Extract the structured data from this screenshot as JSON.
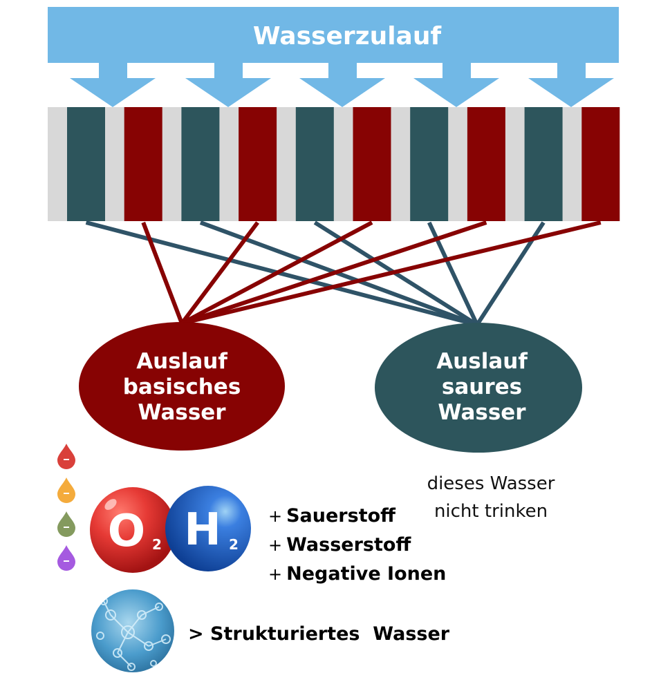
{
  "header": {
    "title": "Wasserzulauf",
    "color": "#71b8e6"
  },
  "inflow_arrows": {
    "count": 5,
    "color": "#71b8e6"
  },
  "electrodes": {
    "sequence": [
      "teal",
      "red",
      "teal",
      "red",
      "teal",
      "red",
      "teal",
      "red",
      "teal",
      "red"
    ],
    "colors": {
      "teal": "#2d555c",
      "red": "#870303",
      "spacer": "#d8d8d8"
    }
  },
  "connections": {
    "red_color": "#870303",
    "teal_color": "#2f5367",
    "red_target": "basic_outlet",
    "teal_target": "acidic_outlet"
  },
  "outlets": {
    "basic": {
      "lines": [
        "Auslauf",
        "basisches",
        "Wasser"
      ],
      "color": "#870303"
    },
    "acidic": {
      "lines": [
        "Auslauf",
        "saures",
        "Wasser"
      ],
      "color": "#2d555c"
    }
  },
  "warning_note": {
    "lines": [
      "dieses Wasser",
      "nicht trinken"
    ]
  },
  "ion_drops": [
    {
      "color": "#d9403a",
      "label": "-"
    },
    {
      "color": "#f4ab3c",
      "label": "-"
    },
    {
      "color": "#849a5e",
      "label": "-"
    },
    {
      "color": "#a55ae0",
      "label": "-"
    }
  ],
  "molecules": [
    {
      "symbol": "O",
      "subscript": "2",
      "color": "#d92b2b"
    },
    {
      "symbol": "H",
      "subscript": "2",
      "color": "#1f5fc0"
    }
  ],
  "benefits": [
    {
      "prefix": "+",
      "text": "Sauerstoff"
    },
    {
      "prefix": "+",
      "text": "Wasserstoff"
    },
    {
      "prefix": "+",
      "text": "Negative Ionen"
    }
  ],
  "structured_water": {
    "text": "> Strukturiertes  Wasser",
    "icon": "water-molecule-cluster-icon"
  }
}
